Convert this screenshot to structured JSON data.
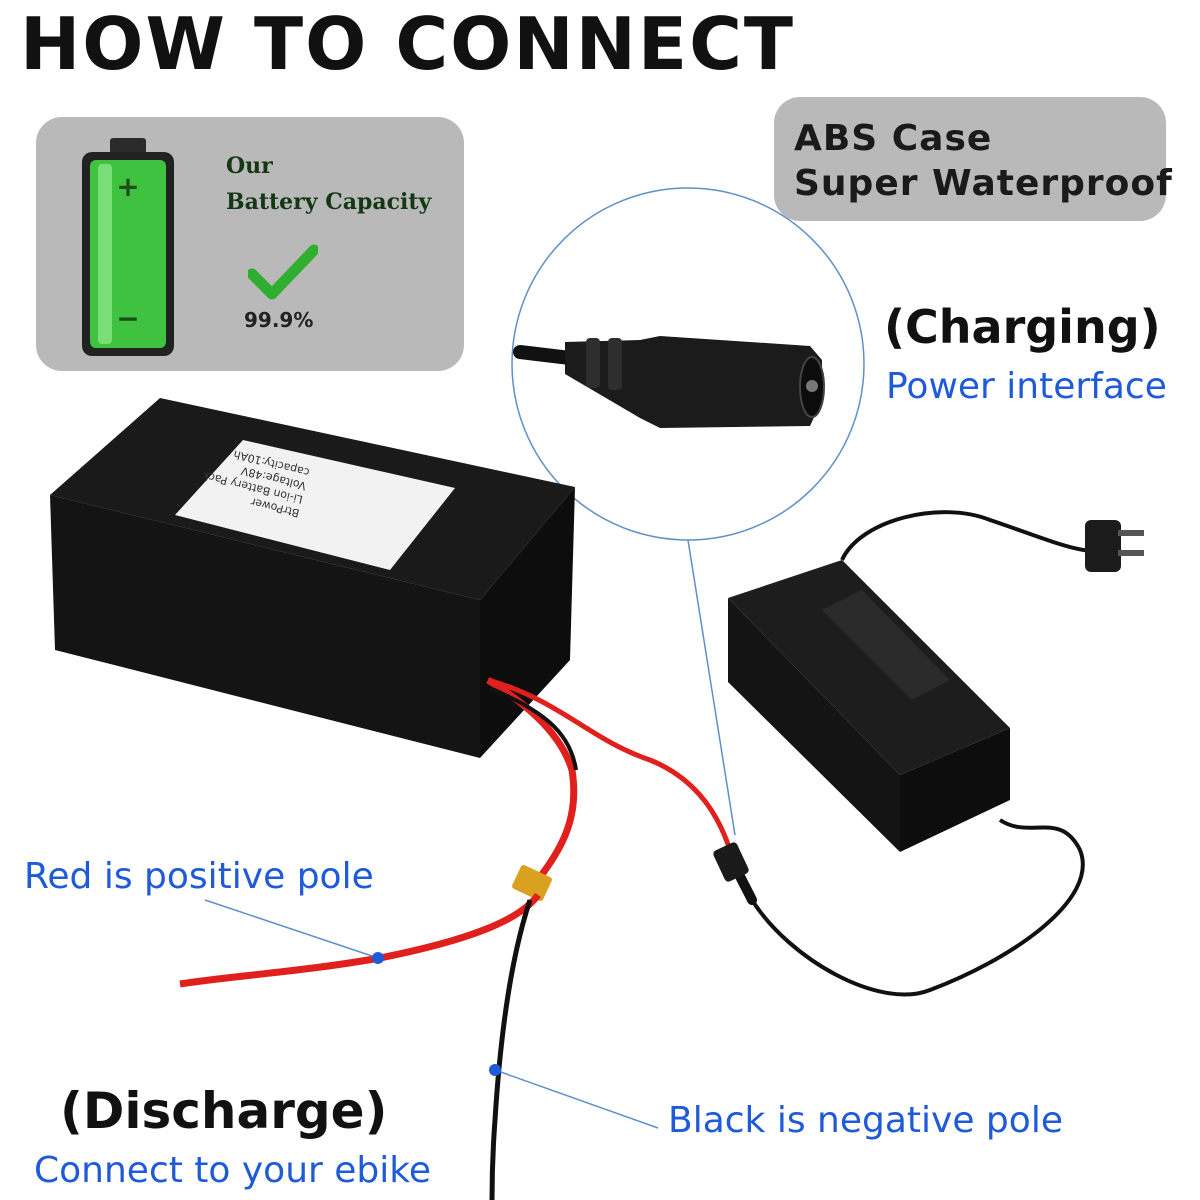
{
  "header": {
    "title": "HOW TO CONNECT"
  },
  "capacity_panel": {
    "line1": "Our",
    "line2": "Battery Capacity",
    "percent": "99.9%"
  },
  "case_panel": {
    "line1": "ABS Case",
    "line2": "Super Waterproof"
  },
  "charging": {
    "heading": "(Charging)",
    "caption": "Power interface"
  },
  "callouts": {
    "red": "Red is positive pole",
    "black": "Black is negative pole"
  },
  "discharge": {
    "heading": "(Discharge)",
    "caption": "Connect to your ebike"
  },
  "battery_label": {
    "brand": "BtrPower",
    "type": "Li-ion Battery Pack",
    "voltage": "Voltage:48V",
    "capacity": "capacity:10Ah"
  },
  "colors": {
    "accent_blue": "#1f5ad8",
    "panel_gray": "#b9b9b9",
    "battery_green": "#3fc23f",
    "wire_red": "#e0201c"
  },
  "icons": [
    "battery-icon",
    "checkmark-icon",
    "dc-connector",
    "charger",
    "plug",
    "xt60-connector"
  ]
}
